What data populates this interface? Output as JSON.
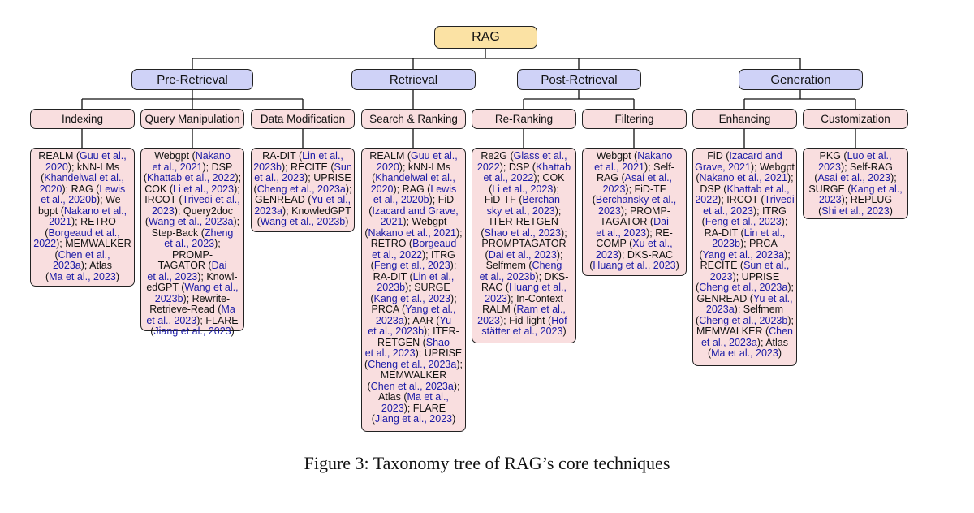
{
  "root": {
    "label": "RAG"
  },
  "level1": [
    {
      "id": "pre",
      "label": "Pre-Retrieval"
    },
    {
      "id": "ret",
      "label": "Retrieval"
    },
    {
      "id": "post",
      "label": "Post-Retrieval"
    },
    {
      "id": "gen",
      "label": "Generation"
    }
  ],
  "level2": [
    {
      "id": "indexing",
      "label": "Indexing"
    },
    {
      "id": "query",
      "label": "Query Manipulation"
    },
    {
      "id": "datamod",
      "label": "Data Modification"
    },
    {
      "id": "search",
      "label": "Search & Ranking"
    },
    {
      "id": "rerank",
      "label": "Re-Ranking"
    },
    {
      "id": "filter",
      "label": "Filtering"
    },
    {
      "id": "enhance",
      "label": "Enhancing"
    },
    {
      "id": "custom",
      "label": "Customization"
    }
  ],
  "leaves": {
    "indexing": [
      [
        "REALM (",
        "Guu et al.,"
      ],
      [
        "2020",
        "); kNN-LMs"
      ],
      [
        "(",
        "Khandelwal et al.,"
      ],
      [
        "2020",
        "); RAG ("
      ],
      [
        "Lewis",
        ""
      ],
      [
        "",
        " et al., 2020b); We-"
      ],
      [
        "bgpt (",
        "Nakano et al.,"
      ],
      [
        "2021",
        "); RETRO"
      ],
      [
        "(",
        "Borgeaud et al.,"
      ],
      [
        "2022",
        "); MEMWALKER"
      ],
      [
        "(",
        "Chen et al.,"
      ],
      [
        "2023a",
        "); Atlas"
      ],
      [
        "(",
        "Ma et al., 2023)"
      ]
    ],
    "indexing_lines": [
      [
        [
          "t",
          "REALM ("
        ],
        [
          "c",
          "Guu et al.,"
        ]
      ],
      [
        [
          "c",
          "2020"
        ],
        [
          "t",
          "); kNN-LMs"
        ]
      ],
      [
        [
          "t",
          "("
        ],
        [
          "c",
          "Khandelwal et al.,"
        ]
      ],
      [
        [
          "c",
          "2020"
        ],
        [
          "t",
          "); RAG ("
        ],
        [
          "c",
          "Lewis"
        ]
      ],
      [
        [
          "c",
          "et al., 2020b"
        ],
        [
          "t",
          "); We-"
        ]
      ],
      [
        [
          "t",
          "bgpt ("
        ],
        [
          "c",
          "Nakano et al.,"
        ]
      ],
      [
        [
          "c",
          "2021"
        ],
        [
          "t",
          "); RETRO"
        ]
      ],
      [
        [
          "t",
          "("
        ],
        [
          "c",
          "Borgeaud et al.,"
        ]
      ],
      [
        [
          "c",
          "2022"
        ],
        [
          "t",
          "); MEMWALKER"
        ]
      ],
      [
        [
          "t",
          "("
        ],
        [
          "c",
          "Chen et al.,"
        ]
      ],
      [
        [
          "c",
          "2023a"
        ],
        [
          "t",
          "); Atlas"
        ]
      ],
      [
        [
          "t",
          "("
        ],
        [
          "c",
          "Ma et al., 2023"
        ],
        [
          "t",
          ")"
        ]
      ]
    ],
    "query_lines": [
      [
        [
          "t",
          "Webgpt ("
        ],
        [
          "c",
          "Nakano"
        ]
      ],
      [
        [
          "c",
          "et al., 2021"
        ],
        [
          "t",
          "); DSP"
        ]
      ],
      [
        [
          "t",
          "("
        ],
        [
          "c",
          "Khattab et al., 2022"
        ],
        [
          "t",
          "); "
        ]
      ],
      [
        [
          "t",
          "COK ("
        ],
        [
          "c",
          "Li et al., 2023"
        ],
        [
          "t",
          ");"
        ]
      ],
      [
        [
          "t",
          "IRCOT ("
        ],
        [
          "c",
          "Trivedi et al.,"
        ]
      ],
      [
        [
          "c",
          "2023"
        ],
        [
          "t",
          "); Query2doc"
        ]
      ],
      [
        [
          "t",
          "("
        ],
        [
          "c",
          "Wang et al., 2023a"
        ],
        [
          "t",
          ");"
        ]
      ],
      [
        [
          "t",
          "Step-Back ("
        ],
        [
          "c",
          "Zheng"
        ]
      ],
      [
        [
          "c",
          "et al., 2023"
        ],
        [
          "t",
          "); PROMP-"
        ]
      ],
      [
        [
          "t",
          "TAGATOR ("
        ],
        [
          "c",
          "Dai"
        ]
      ],
      [
        [
          "c",
          "et al., 2023"
        ],
        [
          "t",
          "); Knowl-"
        ]
      ],
      [
        [
          "t",
          "edGPT ("
        ],
        [
          "c",
          "Wang et al.,"
        ]
      ],
      [
        [
          "c",
          "2023b"
        ],
        [
          "t",
          "); Rewrite-"
        ]
      ],
      [
        [
          "t",
          "Retrieve-Read ("
        ],
        [
          "c",
          "Ma"
        ]
      ],
      [
        [
          "c",
          "et al., 2023"
        ],
        [
          "t",
          "); FLARE"
        ]
      ],
      [
        [
          "t",
          "("
        ],
        [
          "c",
          "Jiang et al., 2023"
        ],
        [
          "t",
          ")"
        ]
      ]
    ],
    "datamod_lines": [
      [
        [
          "t",
          "RA-DIT ("
        ],
        [
          "c",
          "Lin et al.,"
        ]
      ],
      [
        [
          "c",
          "2023b"
        ],
        [
          "t",
          "); RECITE ("
        ],
        [
          "c",
          "Sun"
        ]
      ],
      [
        [
          "c",
          "et al., 2023"
        ],
        [
          "t",
          "); UPRISE"
        ]
      ],
      [
        [
          "t",
          "("
        ],
        [
          "c",
          "Cheng et al., 2023a"
        ],
        [
          "t",
          ");"
        ]
      ],
      [
        [
          "t",
          "GENREAD ("
        ],
        [
          "c",
          "Yu et al.,"
        ]
      ],
      [
        [
          "c",
          "2023a"
        ],
        [
          "t",
          "); KnowledGPT"
        ]
      ],
      [
        [
          "t",
          "("
        ],
        [
          "c",
          "Wang et al., 2023b"
        ],
        [
          "t",
          ")"
        ]
      ]
    ],
    "search_lines": [
      [
        [
          "t",
          "REALM ("
        ],
        [
          "c",
          "Guu et al.,"
        ]
      ],
      [
        [
          "c",
          "2020"
        ],
        [
          "t",
          "); kNN-LMs"
        ]
      ],
      [
        [
          "t",
          "("
        ],
        [
          "c",
          "Khandelwal et al.,"
        ]
      ],
      [
        [
          "c",
          "2020"
        ],
        [
          "t",
          "); RAG ("
        ],
        [
          "c",
          "Lewis"
        ]
      ],
      [
        [
          "c",
          "et al., 2020b"
        ],
        [
          "t",
          "); FiD"
        ]
      ],
      [
        [
          "t",
          "("
        ],
        [
          "c",
          "Izacard and Grave,"
        ]
      ],
      [
        [
          "c",
          "2021"
        ],
        [
          "t",
          "); Webgpt"
        ]
      ],
      [
        [
          "t",
          "("
        ],
        [
          "c",
          "Nakano et al., 2021"
        ],
        [
          "t",
          ");"
        ]
      ],
      [
        [
          "t",
          "RETRO ("
        ],
        [
          "c",
          "Borgeaud"
        ]
      ],
      [
        [
          "c",
          "et al., 2022"
        ],
        [
          "t",
          "); ITRG"
        ]
      ],
      [
        [
          "t",
          "("
        ],
        [
          "c",
          "Feng et al., 2023"
        ],
        [
          "t",
          ");"
        ]
      ],
      [
        [
          "t",
          "RA-DIT ("
        ],
        [
          "c",
          "Lin et al.,"
        ]
      ],
      [
        [
          "c",
          "2023b"
        ],
        [
          "t",
          "); SURGE"
        ]
      ],
      [
        [
          "t",
          "("
        ],
        [
          "c",
          "Kang et al., 2023"
        ],
        [
          "t",
          ");"
        ]
      ],
      [
        [
          "t",
          "PRCA ("
        ],
        [
          "c",
          "Yang et al.,"
        ]
      ],
      [
        [
          "c",
          "2023a"
        ],
        [
          "t",
          "); AAR ("
        ],
        [
          "c",
          "Yu"
        ]
      ],
      [
        [
          "c",
          "et al., 2023b"
        ],
        [
          "t",
          "); ITER-"
        ]
      ],
      [
        [
          "t",
          "RETGEN ("
        ],
        [
          "c",
          "Shao"
        ]
      ],
      [
        [
          "c",
          "et al., 2023"
        ],
        [
          "t",
          "); UPRISE"
        ]
      ],
      [
        [
          "t",
          "("
        ],
        [
          "c",
          "Cheng et al., 2023a"
        ],
        [
          "t",
          ");"
        ]
      ],
      [
        [
          "t",
          "MEMWALKER"
        ]
      ],
      [
        [
          "t",
          "("
        ],
        [
          "c",
          "Chen et al., 2023a"
        ],
        [
          "t",
          ");"
        ]
      ],
      [
        [
          "t",
          "Atlas ("
        ],
        [
          "c",
          "Ma et al.,"
        ]
      ],
      [
        [
          "c",
          "2023"
        ],
        [
          "t",
          "); FLARE"
        ]
      ],
      [
        [
          "t",
          "("
        ],
        [
          "c",
          "Jiang et al., 2023"
        ],
        [
          "t",
          ")"
        ]
      ]
    ],
    "rerank_lines": [
      [
        [
          "t",
          "Re2G ("
        ],
        [
          "c",
          "Glass et al.,"
        ]
      ],
      [
        [
          "c",
          "2022"
        ],
        [
          "t",
          "); DSP ("
        ],
        [
          "c",
          "Khattab"
        ]
      ],
      [
        [
          "c",
          "et al., 2022"
        ],
        [
          "t",
          "); COK"
        ]
      ],
      [
        [
          "t",
          "("
        ],
        [
          "c",
          "Li et al., 2023"
        ],
        [
          "t",
          ");"
        ]
      ],
      [
        [
          "t",
          "FiD-TF ("
        ],
        [
          "c",
          "Berchan-"
        ]
      ],
      [
        [
          "c",
          "sky et al., 2023"
        ],
        [
          "t",
          ");"
        ]
      ],
      [
        [
          "t",
          "ITER-RETGEN"
        ]
      ],
      [
        [
          "t",
          "("
        ],
        [
          "c",
          "Shao et al., 2023"
        ],
        [
          "t",
          ");"
        ]
      ],
      [
        [
          "t",
          "PROMPTAGATOR"
        ]
      ],
      [
        [
          "t",
          "("
        ],
        [
          "c",
          "Dai et al., 2023"
        ],
        [
          "t",
          ");"
        ]
      ],
      [
        [
          "t",
          "Selfmem ("
        ],
        [
          "c",
          "Cheng"
        ]
      ],
      [
        [
          "c",
          "et al., 2023b"
        ],
        [
          "t",
          "); DKS-"
        ]
      ],
      [
        [
          "t",
          "RAC ("
        ],
        [
          "c",
          "Huang et al.,"
        ]
      ],
      [
        [
          "c",
          "2023"
        ],
        [
          "t",
          "); In-Context"
        ]
      ],
      [
        [
          "t",
          "RALM ("
        ],
        [
          "c",
          "Ram et al.,"
        ]
      ],
      [
        [
          "c",
          "2023"
        ],
        [
          "t",
          "); Fid-light ("
        ],
        [
          "c",
          "Hof-"
        ]
      ],
      [
        [
          "c",
          "stätter et al., 2023"
        ],
        [
          "t",
          ")"
        ]
      ]
    ],
    "filter_lines": [
      [
        [
          "t",
          "Webgpt ("
        ],
        [
          "c",
          "Nakano"
        ]
      ],
      [
        [
          "c",
          "et al., 2021"
        ],
        [
          "t",
          "); Self-"
        ]
      ],
      [
        [
          "t",
          "RAG ("
        ],
        [
          "c",
          "Asai et al.,"
        ]
      ],
      [
        [
          "c",
          "2023"
        ],
        [
          "t",
          "); FiD-TF"
        ]
      ],
      [
        [
          "t",
          "("
        ],
        [
          "c",
          "Berchansky et al.,"
        ]
      ],
      [
        [
          "c",
          "2023"
        ],
        [
          "t",
          "); PROMP-"
        ]
      ],
      [
        [
          "t",
          "TAGATOR ("
        ],
        [
          "c",
          "Dai"
        ]
      ],
      [
        [
          "c",
          "et al., 2023"
        ],
        [
          "t",
          "); RE-"
        ]
      ],
      [
        [
          "t",
          "COMP ("
        ],
        [
          "c",
          "Xu et al.,"
        ]
      ],
      [
        [
          "c",
          "2023"
        ],
        [
          "t",
          "); DKS-RAC"
        ]
      ],
      [
        [
          "t",
          "("
        ],
        [
          "c",
          "Huang et al., 2023"
        ],
        [
          "t",
          ")"
        ]
      ]
    ],
    "enhance_lines": [
      [
        [
          "t",
          "FiD ("
        ],
        [
          "c",
          "Izacard and"
        ]
      ],
      [
        [
          "c",
          "Grave, 2021"
        ],
        [
          "t",
          "); Webgpt"
        ]
      ],
      [
        [
          "t",
          "("
        ],
        [
          "c",
          "Nakano et al., 2021"
        ],
        [
          "t",
          ");"
        ]
      ],
      [
        [
          "t",
          "DSP ("
        ],
        [
          "c",
          "Khattab et al.,"
        ]
      ],
      [
        [
          "c",
          "2022"
        ],
        [
          "t",
          "); IRCOT ("
        ],
        [
          "c",
          "Trivedi"
        ]
      ],
      [
        [
          "c",
          "et al., 2023"
        ],
        [
          "t",
          "); ITRG"
        ]
      ],
      [
        [
          "t",
          "("
        ],
        [
          "c",
          "Feng et al., 2023"
        ],
        [
          "t",
          ");"
        ]
      ],
      [
        [
          "t",
          "RA-DIT ("
        ],
        [
          "c",
          "Lin et al.,"
        ]
      ],
      [
        [
          "c",
          "2023b"
        ],
        [
          "t",
          "); PRCA"
        ]
      ],
      [
        [
          "t",
          "("
        ],
        [
          "c",
          "Yang et al., 2023a"
        ],
        [
          "t",
          ");"
        ]
      ],
      [
        [
          "t",
          "RECITE ("
        ],
        [
          "c",
          "Sun et al.,"
        ]
      ],
      [
        [
          "c",
          "2023"
        ],
        [
          "t",
          "); UPRISE"
        ]
      ],
      [
        [
          "t",
          "("
        ],
        [
          "c",
          "Cheng et al., 2023a"
        ],
        [
          "t",
          ");"
        ]
      ],
      [
        [
          "t",
          "GENREAD ("
        ],
        [
          "c",
          "Yu et al.,"
        ]
      ],
      [
        [
          "c",
          "2023a"
        ],
        [
          "t",
          "); Selfmem"
        ]
      ],
      [
        [
          "t",
          "("
        ],
        [
          "c",
          "Cheng et al., 2023b"
        ],
        [
          "t",
          ");"
        ]
      ],
      [
        [
          "t",
          "MEMWALKER ("
        ],
        [
          "c",
          "Chen"
        ]
      ],
      [
        [
          "c",
          "et al., 2023a"
        ],
        [
          "t",
          "); Atlas"
        ]
      ],
      [
        [
          "t",
          "("
        ],
        [
          "c",
          "Ma et al., 2023"
        ],
        [
          "t",
          ")"
        ]
      ]
    ],
    "custom_lines": [
      [
        [
          "t",
          "PKG ("
        ],
        [
          "c",
          "Luo et al.,"
        ]
      ],
      [
        [
          "c",
          "2023"
        ],
        [
          "t",
          "); Self-RAG"
        ]
      ],
      [
        [
          "t",
          "("
        ],
        [
          "c",
          "Asai et al., 2023"
        ],
        [
          "t",
          ");"
        ]
      ],
      [
        [
          "t",
          "SURGE ("
        ],
        [
          "c",
          "Kang et al.,"
        ]
      ],
      [
        [
          "c",
          "2023"
        ],
        [
          "t",
          "); REPLUG"
        ]
      ],
      [
        [
          "t",
          "("
        ],
        [
          "c",
          "Shi et al., 2023"
        ],
        [
          "t",
          ")"
        ]
      ]
    ]
  },
  "caption": "Figure 3: Taxonomy tree of RAG’s core techniques",
  "colors": {
    "root": "#fbe2a4",
    "level1": "#cfd2f7",
    "level2": "#f9dedf",
    "citation": "#1a1aa6"
  }
}
